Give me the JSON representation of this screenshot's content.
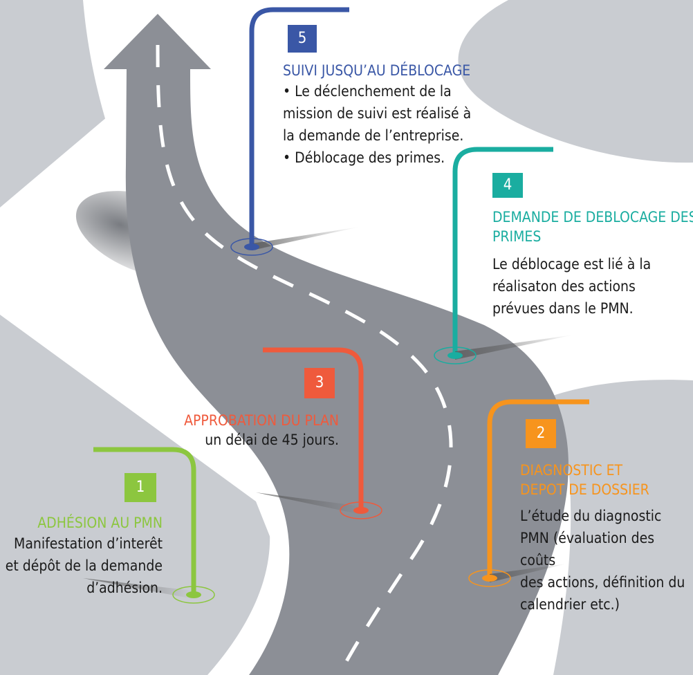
{
  "colors": {
    "step1": "#8cc63f",
    "step2": "#f7941d",
    "step3": "#ef5a3c",
    "step4": "#1aada0",
    "step5": "#3a57a6",
    "road": "#8c8f96",
    "background_shapes": "#c9ccd1"
  },
  "steps": [
    {
      "number": "1",
      "title": "ADHÉSION AU PMN",
      "lines": [
        "Manifestation d’interêt",
        "et dépôt de la demande",
        "d’adhésion."
      ]
    },
    {
      "number": "2",
      "title_lines": [
        "DIAGNOSTIC ET",
        "DEPOT DE DOSSIER"
      ],
      "lines": [
        "L’étude du diagnostic",
        "PMN (évaluation des coûts",
        "des actions,  définition du",
        "calendrier etc.)"
      ]
    },
    {
      "number": "3",
      "title": "APPROBATION DU PLAN",
      "lines": [
        "un délai de 45 jours."
      ]
    },
    {
      "number": "4",
      "title_lines": [
        "DEMANDE DE DEBLOCAGE DES",
        "PRIMES"
      ],
      "lines": [
        "Le déblocage est lié à la",
        "réalisaton des actions",
        "prévues dans le PMN."
      ]
    },
    {
      "number": "5",
      "title": "SUIVI JUSQU’AU DÉBLOCAGE",
      "lines": [
        "• Le déclenchement de la",
        "mission de suivi est réalisé à",
        "la demande de l’entreprise.",
        "• Déblocage des primes."
      ]
    }
  ]
}
